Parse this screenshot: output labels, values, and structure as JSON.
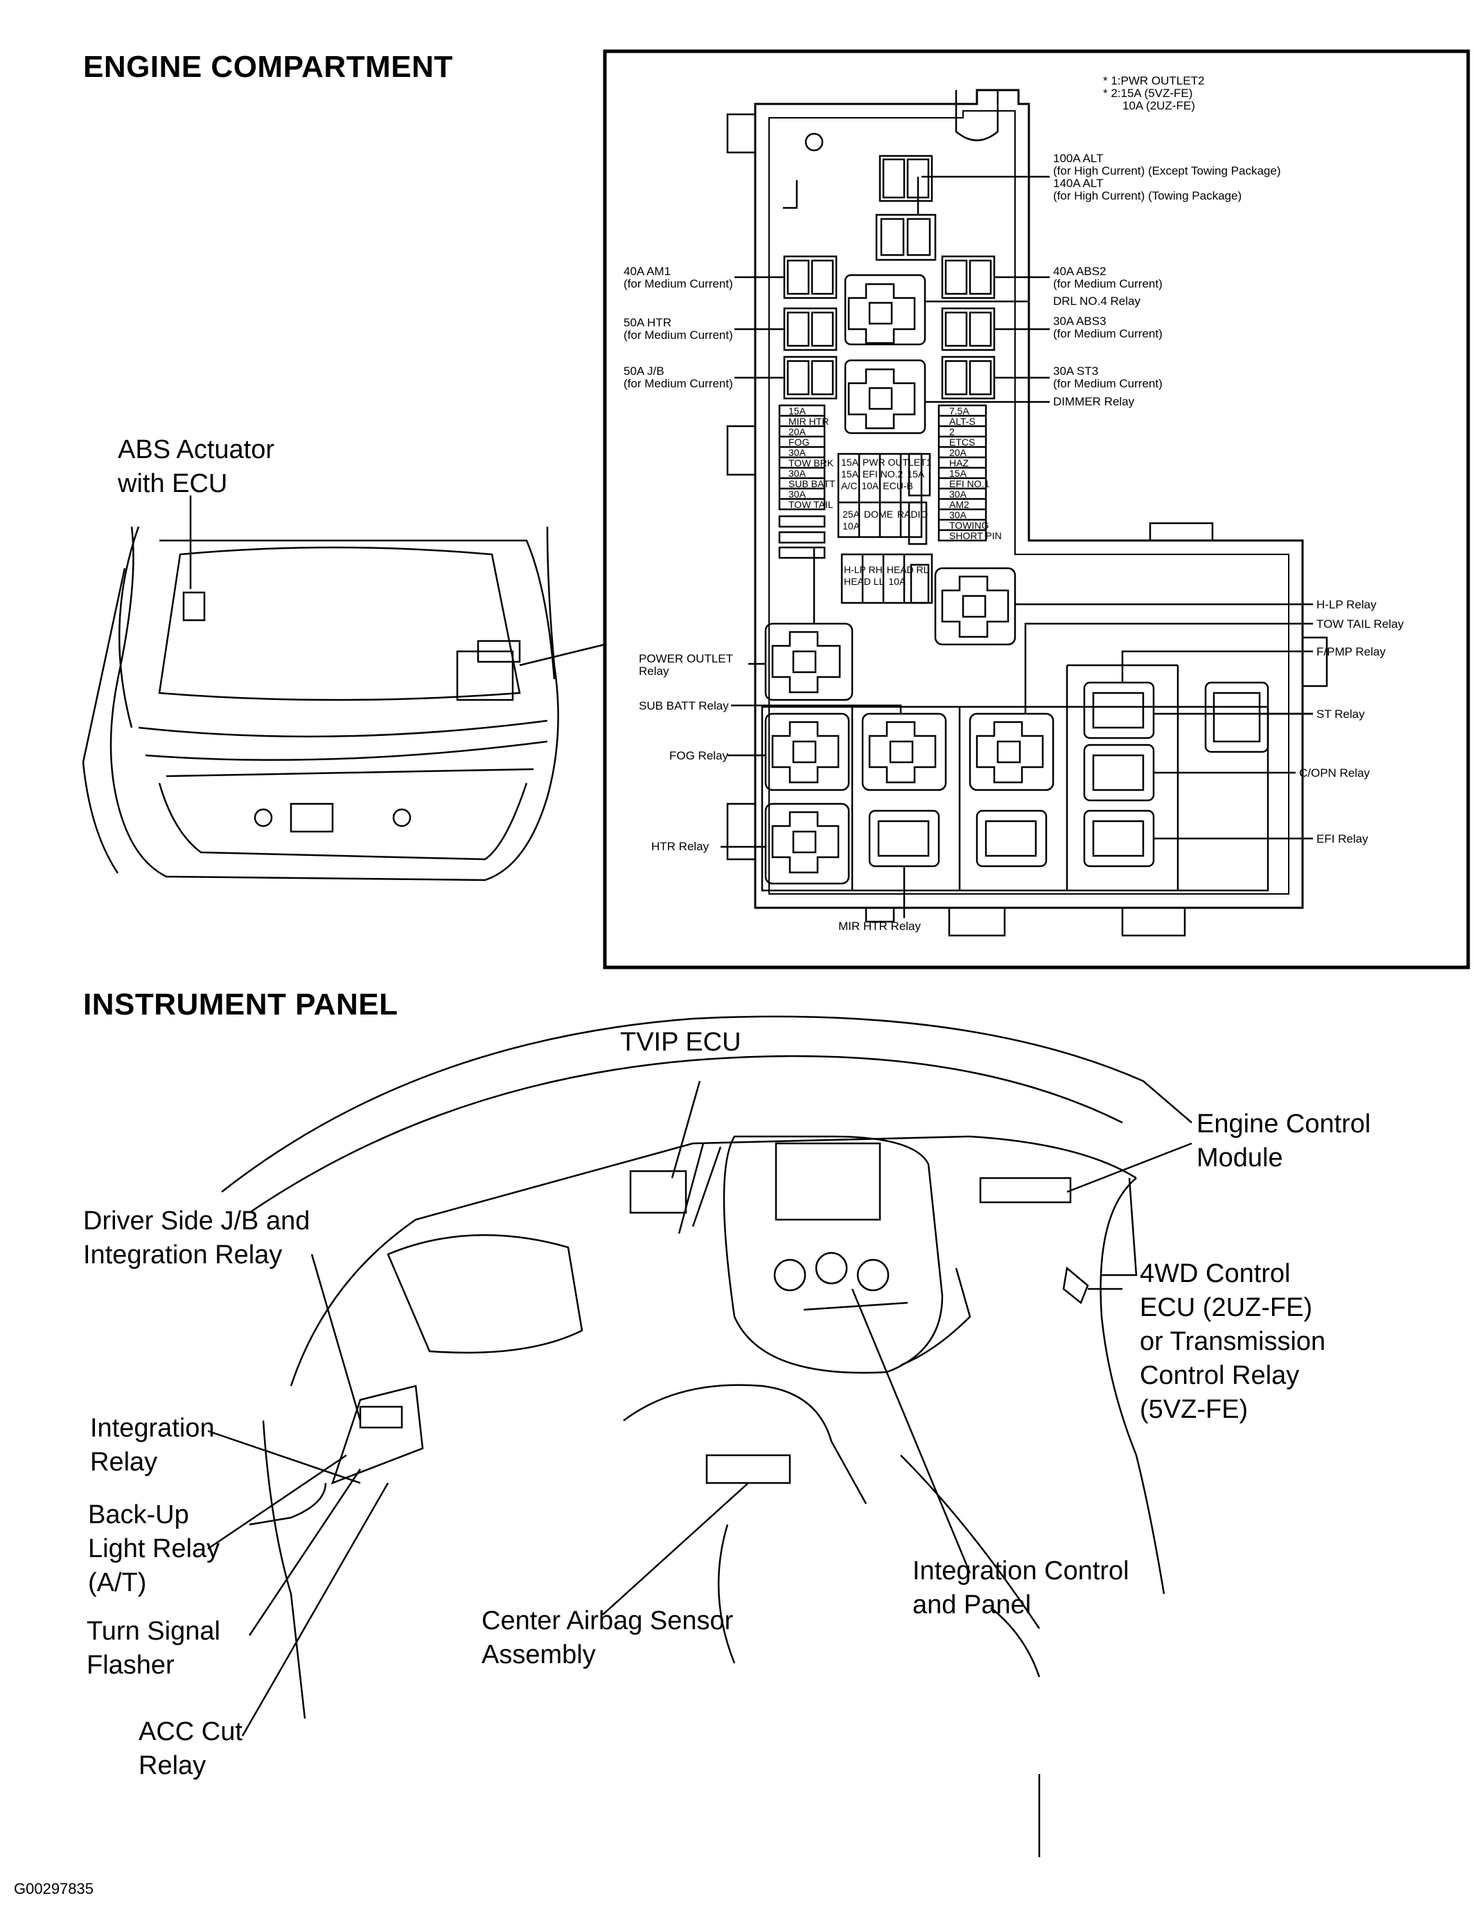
{
  "engine_compartment": {
    "title": "ENGINE COMPARTMENT",
    "abs_label": [
      "ABS Actuator",
      "with ECU"
    ],
    "notes": [
      "* 1:PWR OUTLET2",
      "* 2:15A (5VZ-FE)",
      "10A (2UZ-FE)"
    ],
    "right_labels": {
      "alt": [
        "100A ALT",
        "(for High Current) (Except Towing Package)",
        "140A ALT",
        "(for High Current) (Towing Package)"
      ],
      "abs2": [
        "40A ABS2",
        "(for Medium Current)"
      ],
      "drl": "DRL NO.4 Relay",
      "abs3": [
        "30A ABS3",
        "(for Medium Current)"
      ],
      "st3": [
        "30A ST3",
        "(for Medium Current)"
      ],
      "dimmer": "DIMMER Relay",
      "hlp": "H-LP Relay",
      "towtail": "TOW TAIL Relay",
      "fpmp": "F/PMP Relay",
      "st": "ST Relay",
      "copn": "C/OPN Relay",
      "efi": "EFI Relay"
    },
    "left_labels": {
      "am1": [
        "40A AM1",
        "(for Medium Current)"
      ],
      "htr": [
        "50A HTR",
        "(for Medium Current)"
      ],
      "jb": [
        "50A J/B",
        "(for Medium Current)"
      ],
      "power_outlet": [
        "POWER OUTLET",
        "Relay"
      ],
      "sub_batt": "SUB BATT Relay",
      "fog": "FOG Relay",
      "htr_relay": "HTR Relay"
    },
    "bottom_label": "MIR HTR Relay",
    "fuse_rows_left": [
      "15A",
      "MIR HTR",
      "20A",
      "FOG",
      "30A",
      "TOW BRK",
      "30A",
      "SUB BATT",
      "30A",
      "TOW TAIL"
    ],
    "fuse_rows_right": [
      "7.5A",
      "ALT-S",
      "2",
      "ETCS",
      "20A",
      "HAZ",
      "15A",
      "EFI NO.1",
      "30A",
      "AM2",
      "30A",
      "TOWING",
      "SHORT PIN"
    ],
    "mid_fuses": [
      "15A",
      "PWR OUTLET1",
      "15A",
      "EFI NO.2",
      "15A",
      "A/C",
      "10A",
      "ECU-B",
      "25A",
      "DOME",
      "RADIO",
      "10A",
      "H-LP RH",
      "HEAD RL",
      "HEAD LL",
      "10A"
    ]
  },
  "instrument_panel": {
    "title": "INSTRUMENT  PANEL",
    "labels": {
      "tvip": "TVIP ECU",
      "ecm": [
        "Engine Control",
        "Module"
      ],
      "driver_jb": [
        "Driver Side J/B and",
        "Integration Relay"
      ],
      "fourwd": [
        "4WD Control",
        "ECU (2UZ-FE)",
        "or Transmission",
        "Control Relay",
        "(5VZ-FE)"
      ],
      "integration_relay": [
        "Integration",
        "Relay"
      ],
      "backup": [
        "Back-Up",
        "Light Relay",
        "(A/T)"
      ],
      "turn": [
        "Turn Signal",
        "Flasher"
      ],
      "acc": [
        "ACC Cut",
        "Relay"
      ],
      "airbag": [
        "Center Airbag Sensor",
        "Assembly"
      ],
      "integration_control": [
        "Integration Control",
        "and Panel"
      ]
    }
  },
  "figure_id": "G00297835"
}
